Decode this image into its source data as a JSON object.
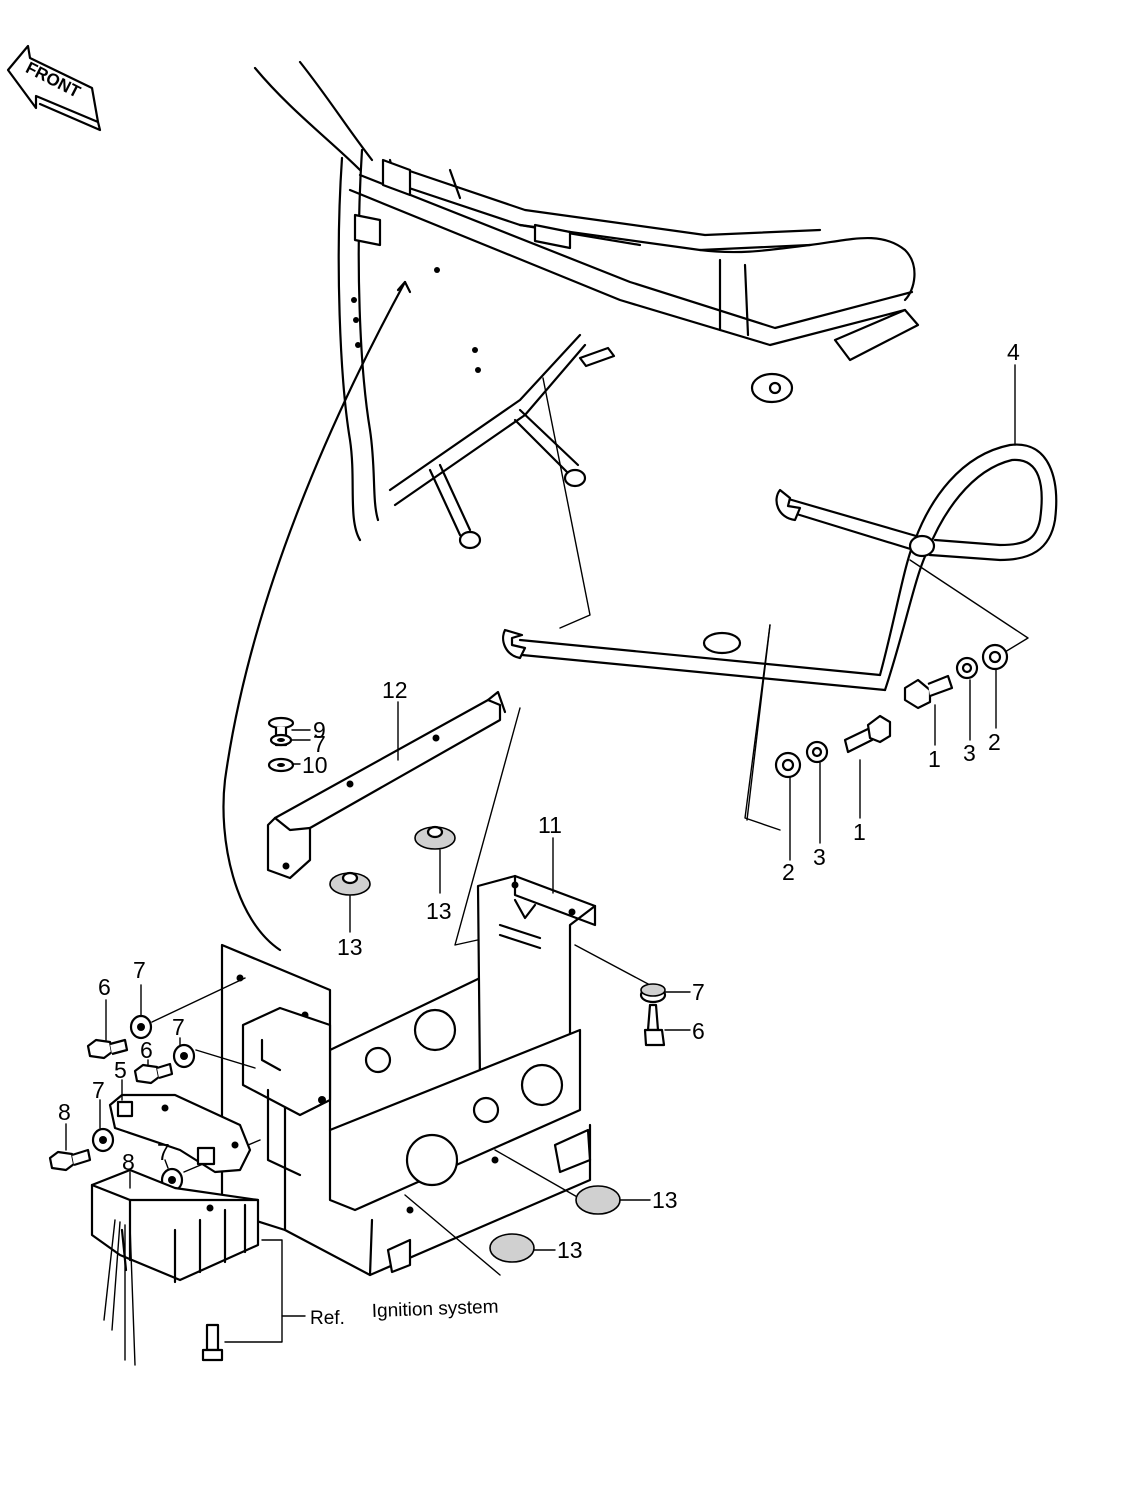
{
  "orientation": {
    "front_label": "FRONT"
  },
  "callouts": {
    "n1a": "1",
    "n1b": "1",
    "n2a": "2",
    "n2b": "2",
    "n3a": "3",
    "n3b": "3",
    "n4": "4",
    "n5": "5",
    "n6a": "6",
    "n6b": "6",
    "n6c": "6",
    "n7a": "7",
    "n7b": "7",
    "n7c": "7",
    "n7d": "7",
    "n7e": "7",
    "n7f": "7",
    "n8a": "8",
    "n8b": "8",
    "n9": "9",
    "n10": "10",
    "n11": "11",
    "n12": "12",
    "n13a": "13",
    "n13b": "13",
    "n13c": "13",
    "n13d": "13"
  },
  "reference": {
    "ref_label": "Ref.",
    "ref_text": "Ignition system"
  }
}
